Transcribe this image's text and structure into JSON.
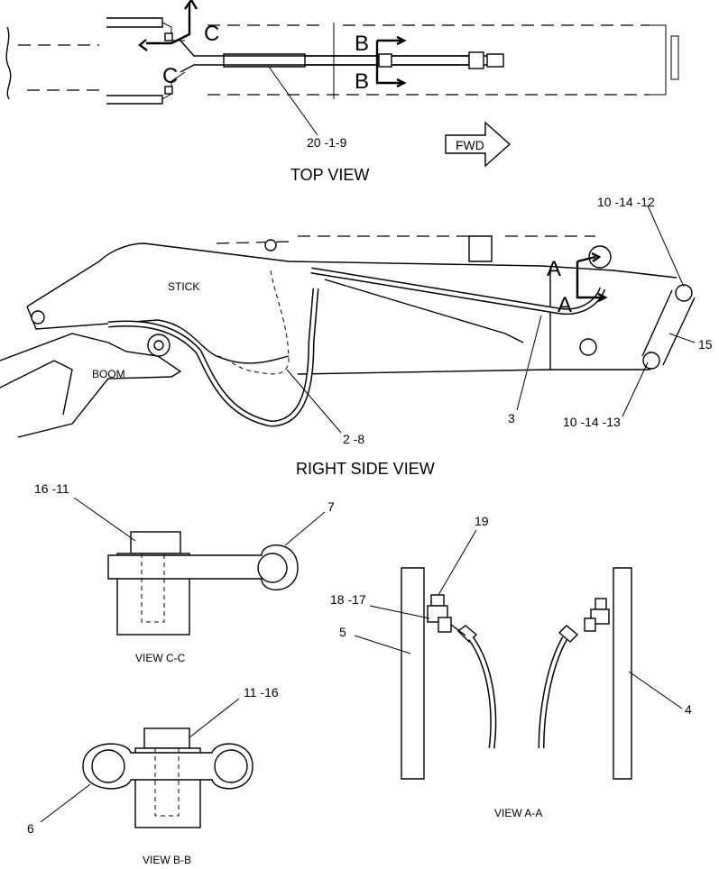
{
  "views": {
    "top": "TOP VIEW",
    "right_side": "RIGHT SIDE VIEW",
    "cc": "VIEW C-C",
    "bb": "VIEW B-B",
    "aa": "VIEW A-A"
  },
  "components": {
    "stick": "STICK",
    "boom": "BOOM",
    "fwd": "FWD"
  },
  "section_markers": {
    "c": "C",
    "b": "B",
    "a": "A"
  },
  "callouts": {
    "c20_1_9": "20 -1-9",
    "c10_14_12": "10 -14 -12",
    "c15": "15",
    "c10_14_13": "10 -14 -13",
    "c3": "3",
    "c2_8": "2 -8",
    "c16_11": "16 -11",
    "c7": "7",
    "c19": "19",
    "c18_17": "18 -17",
    "c5": "5",
    "c4": "4",
    "c11_16": "11 -16",
    "c6": "6"
  }
}
